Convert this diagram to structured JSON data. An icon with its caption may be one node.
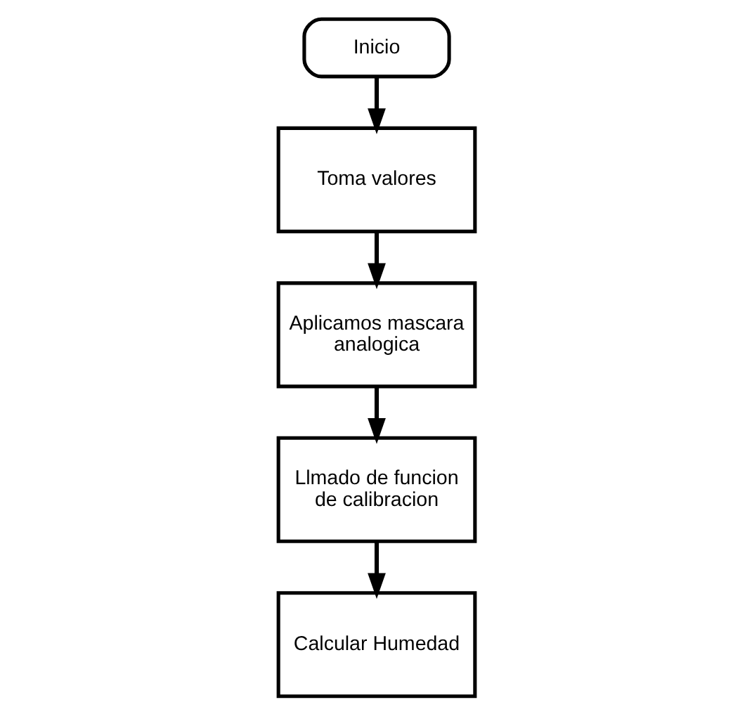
{
  "diagram": {
    "nodes": [
      {
        "text": [
          "Inicio"
        ]
      },
      {
        "text": [
          "Toma valores"
        ]
      },
      {
        "text": [
          "Aplicamos mascara analogica"
        ]
      },
      {
        "text": [
          "Llmado de funcion de calibracion"
        ]
      },
      {
        "text": [
          "Calcular Humedad"
        ]
      }
    ],
    "edges": [
      {
        "from": 0,
        "to": 1,
        "arrow": "to"
      },
      {
        "from": 1,
        "to": 2,
        "arrow": "to"
      },
      {
        "from": 2,
        "to": 3,
        "arrow": "to"
      },
      {
        "from": 3,
        "to": 4,
        "arrow": "to"
      }
    ]
  }
}
